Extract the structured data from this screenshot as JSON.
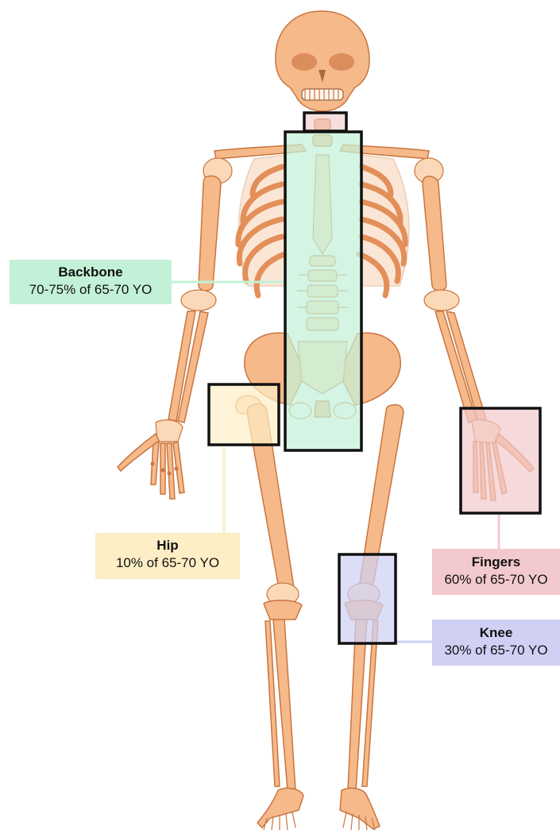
{
  "colors": {
    "bone_fill": "#f6b98a",
    "bone_stroke": "#c9753f",
    "bone_light": "#fbd9b8",
    "backbone": "#c3f1d8",
    "hip": "#fdeec5",
    "fingers": "#f2c9cc",
    "knee": "#cfd0f4",
    "box_border": "#111111"
  },
  "callouts": {
    "backbone": {
      "title": "Backbone",
      "value": "70-75% of 65-70 YO"
    },
    "hip": {
      "title": "Hip",
      "value": "10% of 65-70 YO"
    },
    "fingers": {
      "title": "Fingers",
      "value": "60% of 65-70 YO"
    },
    "knee": {
      "title": "Knee",
      "value": "30% of 65-70 YO"
    }
  }
}
